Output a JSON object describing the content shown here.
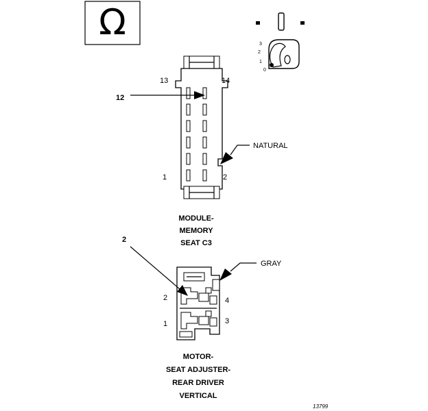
{
  "symbol": {
    "glyph": "Ω",
    "icon": "omega-icon"
  },
  "module_connector": {
    "pin_13": "13",
    "pin_14": "14",
    "pin_12": "12",
    "pin_1": "1",
    "pin_2": "2",
    "color_label": "NATURAL",
    "caption_line1": "MODULE-",
    "caption_line2": "MEMORY",
    "caption_line3": "SEAT C3"
  },
  "motor_connector": {
    "callout_pin": "2",
    "pin_2": "2",
    "pin_4": "4",
    "pin_1": "1",
    "pin_3": "3",
    "color_label": "GRAY",
    "caption_line1": "MOTOR-",
    "caption_line2": "SEAT ADJUSTER-",
    "caption_line3": "REAR DRIVER",
    "caption_line4": "VERTICAL"
  },
  "key_switch": {
    "positions": [
      "3",
      "2",
      "1",
      "0"
    ]
  },
  "figure_ref": "13799"
}
